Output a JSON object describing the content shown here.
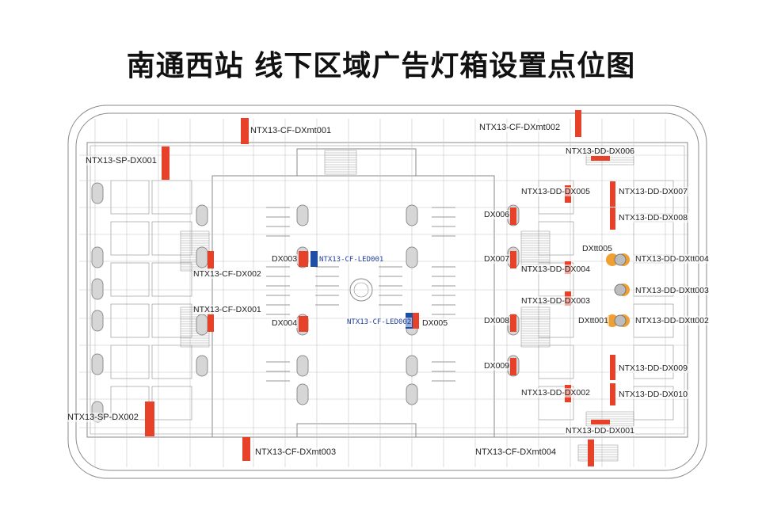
{
  "title": "南通西站 线下区域广告灯箱设置点位图",
  "colors": {
    "marker": "#e8412a",
    "led": "#1e4fa8",
    "round": "#f0a033",
    "line": "#8a8a8a",
    "red_text": "#e0463a"
  },
  "labels": {
    "mt001": "NTX13-CF-DXmt001",
    "mt002": "NTX13-CF-DXmt002",
    "sp001": "NTX13-SP-DX001",
    "dd006": "NTX13-DD-DX006",
    "dd005": "NTX13-DD-DX005",
    "dd007": "NTX13-DD-DX007",
    "dd008": "NTX13-DD-DX008",
    "dx006": "DX006",
    "dxtt005": "DXtt005",
    "dx003": "DX003",
    "led001": "NTX13-CF-LED001",
    "dx007": "DX007",
    "ddtt004": "NTX13-DD-DXtt004",
    "cf002": "NTX13-CF-DX002",
    "dd004": "NTX13-DD-DX004",
    "ddtt003": "NTX13-DD-DXtt003",
    "cf001": "NTX13-CF-DX001",
    "dd003": "NTX13-DD-DX003",
    "dx004": "DX004",
    "led002": "NTX13-CF-LED002",
    "dx005": "DX005",
    "dx008": "DX008",
    "dxtt001": "DXtt001",
    "ddtt002": "NTX13-DD-DXtt002",
    "dx009": "DX009",
    "dd009": "NTX13-DD-DX009",
    "dd002": "NTX13-DD-DX002",
    "dd010": "NTX13-DD-DX010",
    "sp002": "NTX13-SP-DX002",
    "dd001": "NTX13-DD-DX001",
    "mt003": "NTX13-CF-DXmt003",
    "mt004": "NTX13-CF-DXmt004"
  }
}
